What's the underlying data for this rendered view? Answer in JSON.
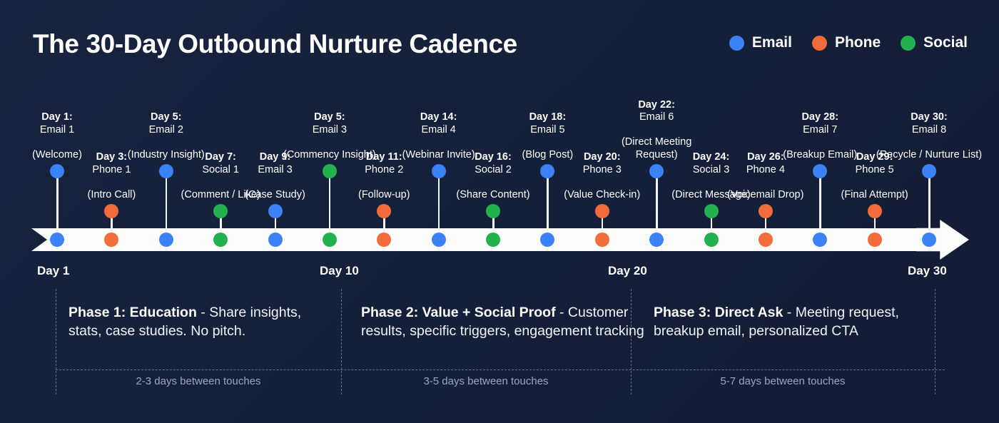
{
  "header": {
    "title": "The 30-Day Outbound Nurture Cadence",
    "legend": [
      {
        "label": "Email",
        "color": "#3b82f6",
        "icon": "circle-icon"
      },
      {
        "label": "Phone",
        "color": "#f26b3a",
        "icon": "circle-icon"
      },
      {
        "label": "Social",
        "color": "#22b14c",
        "icon": "circle-icon"
      }
    ]
  },
  "colors": {
    "background": "#16213e",
    "bar": "#fdfdfd",
    "email": "#3b82f6",
    "phone": "#f26b3a",
    "social": "#22b14c",
    "divider": "#7f8ca6",
    "muted_text": "#9aa6bd"
  },
  "chart_data": {
    "type": "timeline",
    "title": "The 30-Day Outbound Nurture Cadence",
    "xlabel": "",
    "ylabel": "",
    "xlim": [
      1,
      30
    ],
    "grid": false,
    "legend_position": "top-right",
    "axis_ticks": [
      {
        "label": "Day 1",
        "day": 1
      },
      {
        "label": "Day 10",
        "day": 10
      },
      {
        "label": "Day 20",
        "day": 20
      },
      {
        "label": "Day 30",
        "day": 30
      }
    ],
    "categories": [
      "Email",
      "Phone",
      "Social"
    ],
    "events": [
      {
        "day": 1,
        "day_label": "Day 1:",
        "channel": "Email",
        "title": "Email 1",
        "detail": "(Welcome)",
        "stem": "tall"
      },
      {
        "day": 3,
        "day_label": "Day 3:",
        "channel": "Phone",
        "title": "Phone 1",
        "detail": "(Intro Call)",
        "stem": "short"
      },
      {
        "day": 5,
        "day_label": "Day 5:",
        "channel": "Email",
        "title": "Email 2",
        "detail": "(Industry Insight)",
        "stem": "tall"
      },
      {
        "day": 7,
        "day_label": "Day 7:",
        "channel": "Social",
        "title": "Social 1",
        "detail": "(Comment / Like)",
        "stem": "short"
      },
      {
        "day": 9,
        "day_label": "Day 9:",
        "channel": "Email",
        "title": "Email 3",
        "detail": "(Case Study)",
        "stem": "short"
      },
      {
        "day": 10,
        "day_label": "Day 5:",
        "channel": "Social",
        "title": "Email 3",
        "detail": "(Commency Insight)",
        "stem": "tall"
      },
      {
        "day": 12,
        "day_label": "Day 11:",
        "channel": "Phone",
        "title": "Phone 2",
        "detail": "(Follow-up)",
        "stem": "short"
      },
      {
        "day": 14,
        "day_label": "Day 14:",
        "channel": "Email",
        "title": "Email 4",
        "detail": "(Webinar Invite)",
        "stem": "tall"
      },
      {
        "day": 16,
        "day_label": "Day 16:",
        "channel": "Social",
        "title": "Social 2",
        "detail": "(Share Content)",
        "stem": "short"
      },
      {
        "day": 18,
        "day_label": "Day 18:",
        "channel": "Email",
        "title": "Email 5",
        "detail": "(Blog Post)",
        "stem": "tall"
      },
      {
        "day": 20,
        "day_label": "Day 20:",
        "channel": "Phone",
        "title": "Phone 3",
        "detail": "(Value Check-in)",
        "stem": "short"
      },
      {
        "day": 22,
        "day_label": "Day 22:",
        "channel": "Email",
        "title": "Email 6",
        "detail": "(Direct Meeting Request)",
        "stem": "tall"
      },
      {
        "day": 24,
        "day_label": "Day 24:",
        "channel": "Social",
        "title": "Social 3",
        "detail": "(Direct Message)",
        "stem": "short"
      },
      {
        "day": 26,
        "day_label": "Day 26:",
        "channel": "Phone",
        "title": "Phone 4",
        "detail": "(Voicemail Drop)",
        "stem": "short"
      },
      {
        "day": 28,
        "day_label": "Day 28:",
        "channel": "Email",
        "title": "Email 7",
        "detail": "(Breakup Email)",
        "stem": "tall"
      },
      {
        "day": 29,
        "day_label": "Day 29:",
        "channel": "Phone",
        "title": "Phone 5",
        "detail": "(Final Attempt)",
        "stem": "short"
      },
      {
        "day": 30,
        "day_label": "Day 30:",
        "channel": "Email",
        "title": "Email 8",
        "detail": "(Recycle / Nurture List)",
        "stem": "tall"
      }
    ],
    "phases": [
      {
        "heading": "Phase 1: Education",
        "body": " - Share insights, stats, case studies. No pitch.",
        "cadence_note": "2-3 days between touches"
      },
      {
        "heading": "Phase 2: Value + Social Proof",
        "body": " - Customer results, specific triggers, engagement tracking",
        "cadence_note": "3-5 days between touches"
      },
      {
        "heading": "Phase 3: Direct Ask",
        "body": " - Meeting request, breakup email, personalized CTA",
        "cadence_note": "5-7 days between touches"
      }
    ]
  }
}
